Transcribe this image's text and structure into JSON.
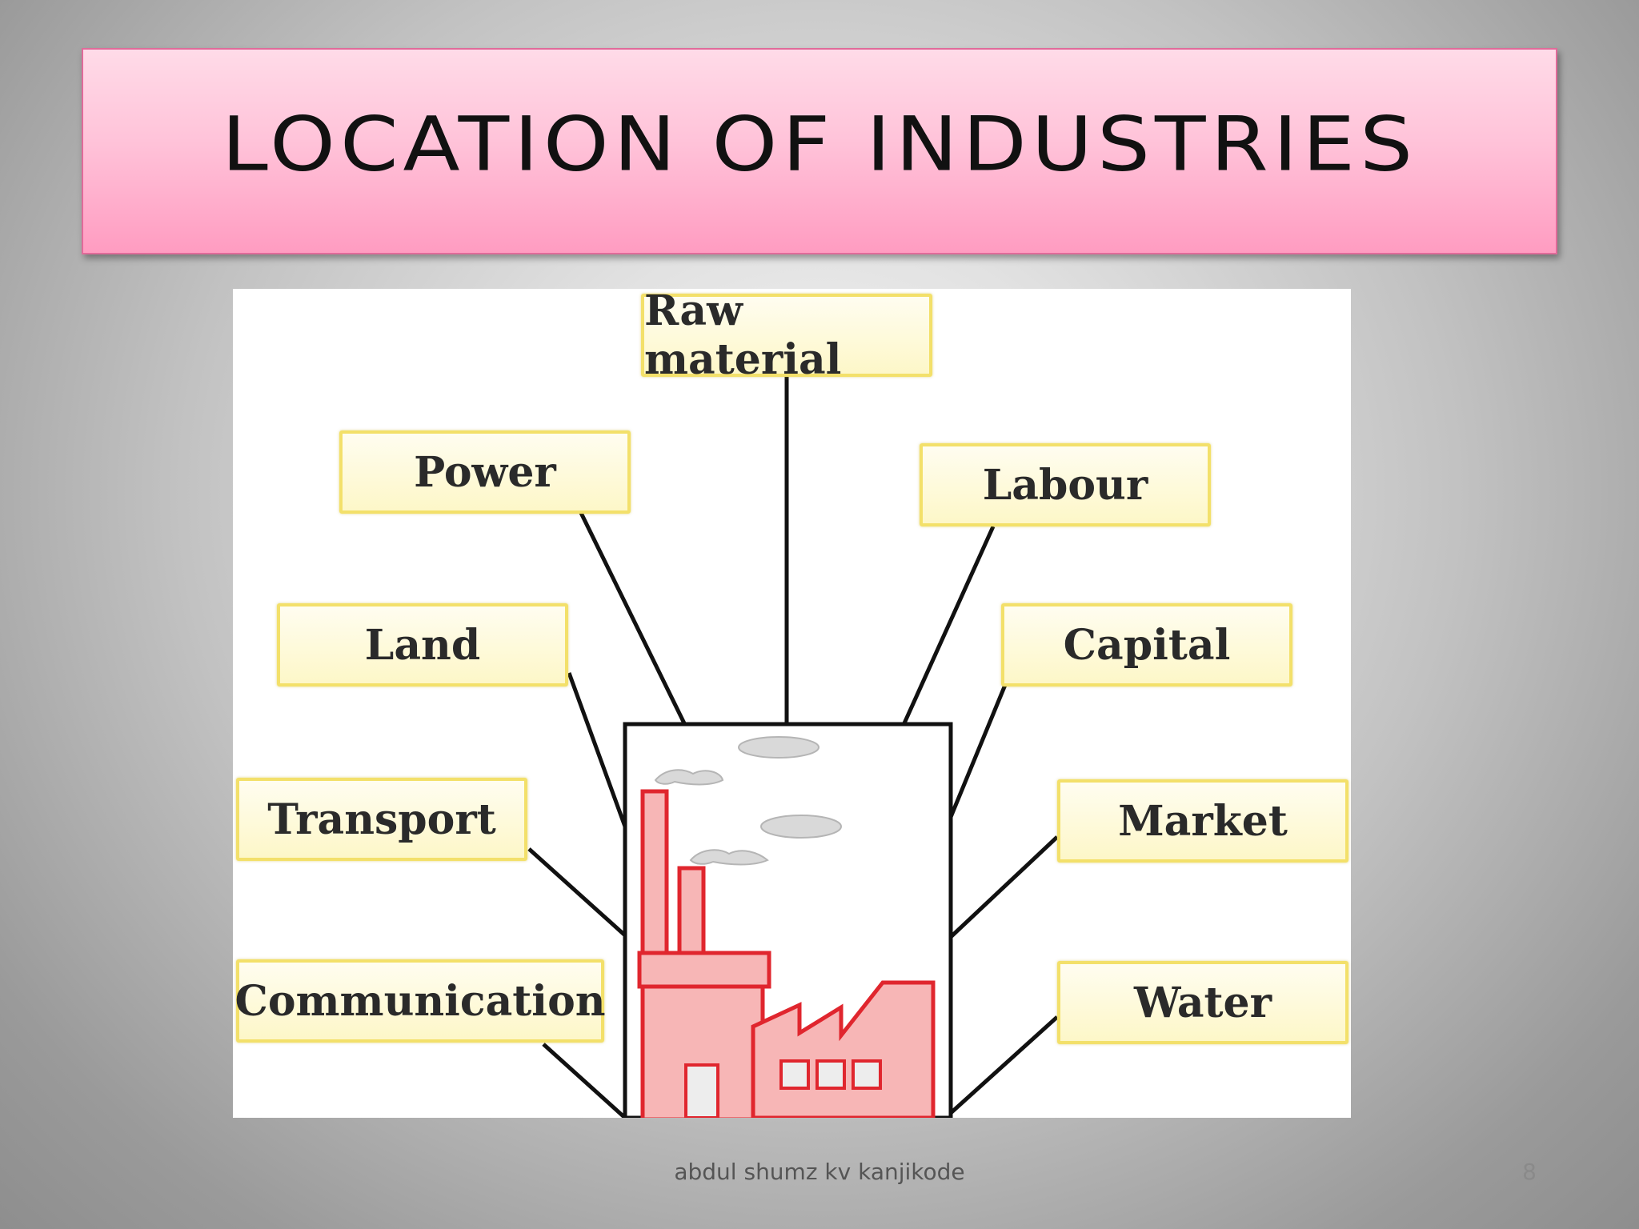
{
  "slide": {
    "title": "LOCATION OF INDUSTRIES",
    "footer": "abdul shumz kv kanjikode",
    "page_number": "8"
  },
  "diagram": {
    "factors": {
      "raw_material": "Raw material",
      "power": "Power",
      "labour": "Labour",
      "land": "Land",
      "capital": "Capital",
      "transport": "Transport",
      "market": "Market",
      "communication": "Communication",
      "water": "Water"
    },
    "colors": {
      "box_fill": "#fdf7c8",
      "box_border": "#f3e06a",
      "factory_fill": "#f7b6b6",
      "factory_stroke": "#e0262e",
      "smoke": "#d9d9d9",
      "title_banner": "#ffb3cf"
    }
  }
}
